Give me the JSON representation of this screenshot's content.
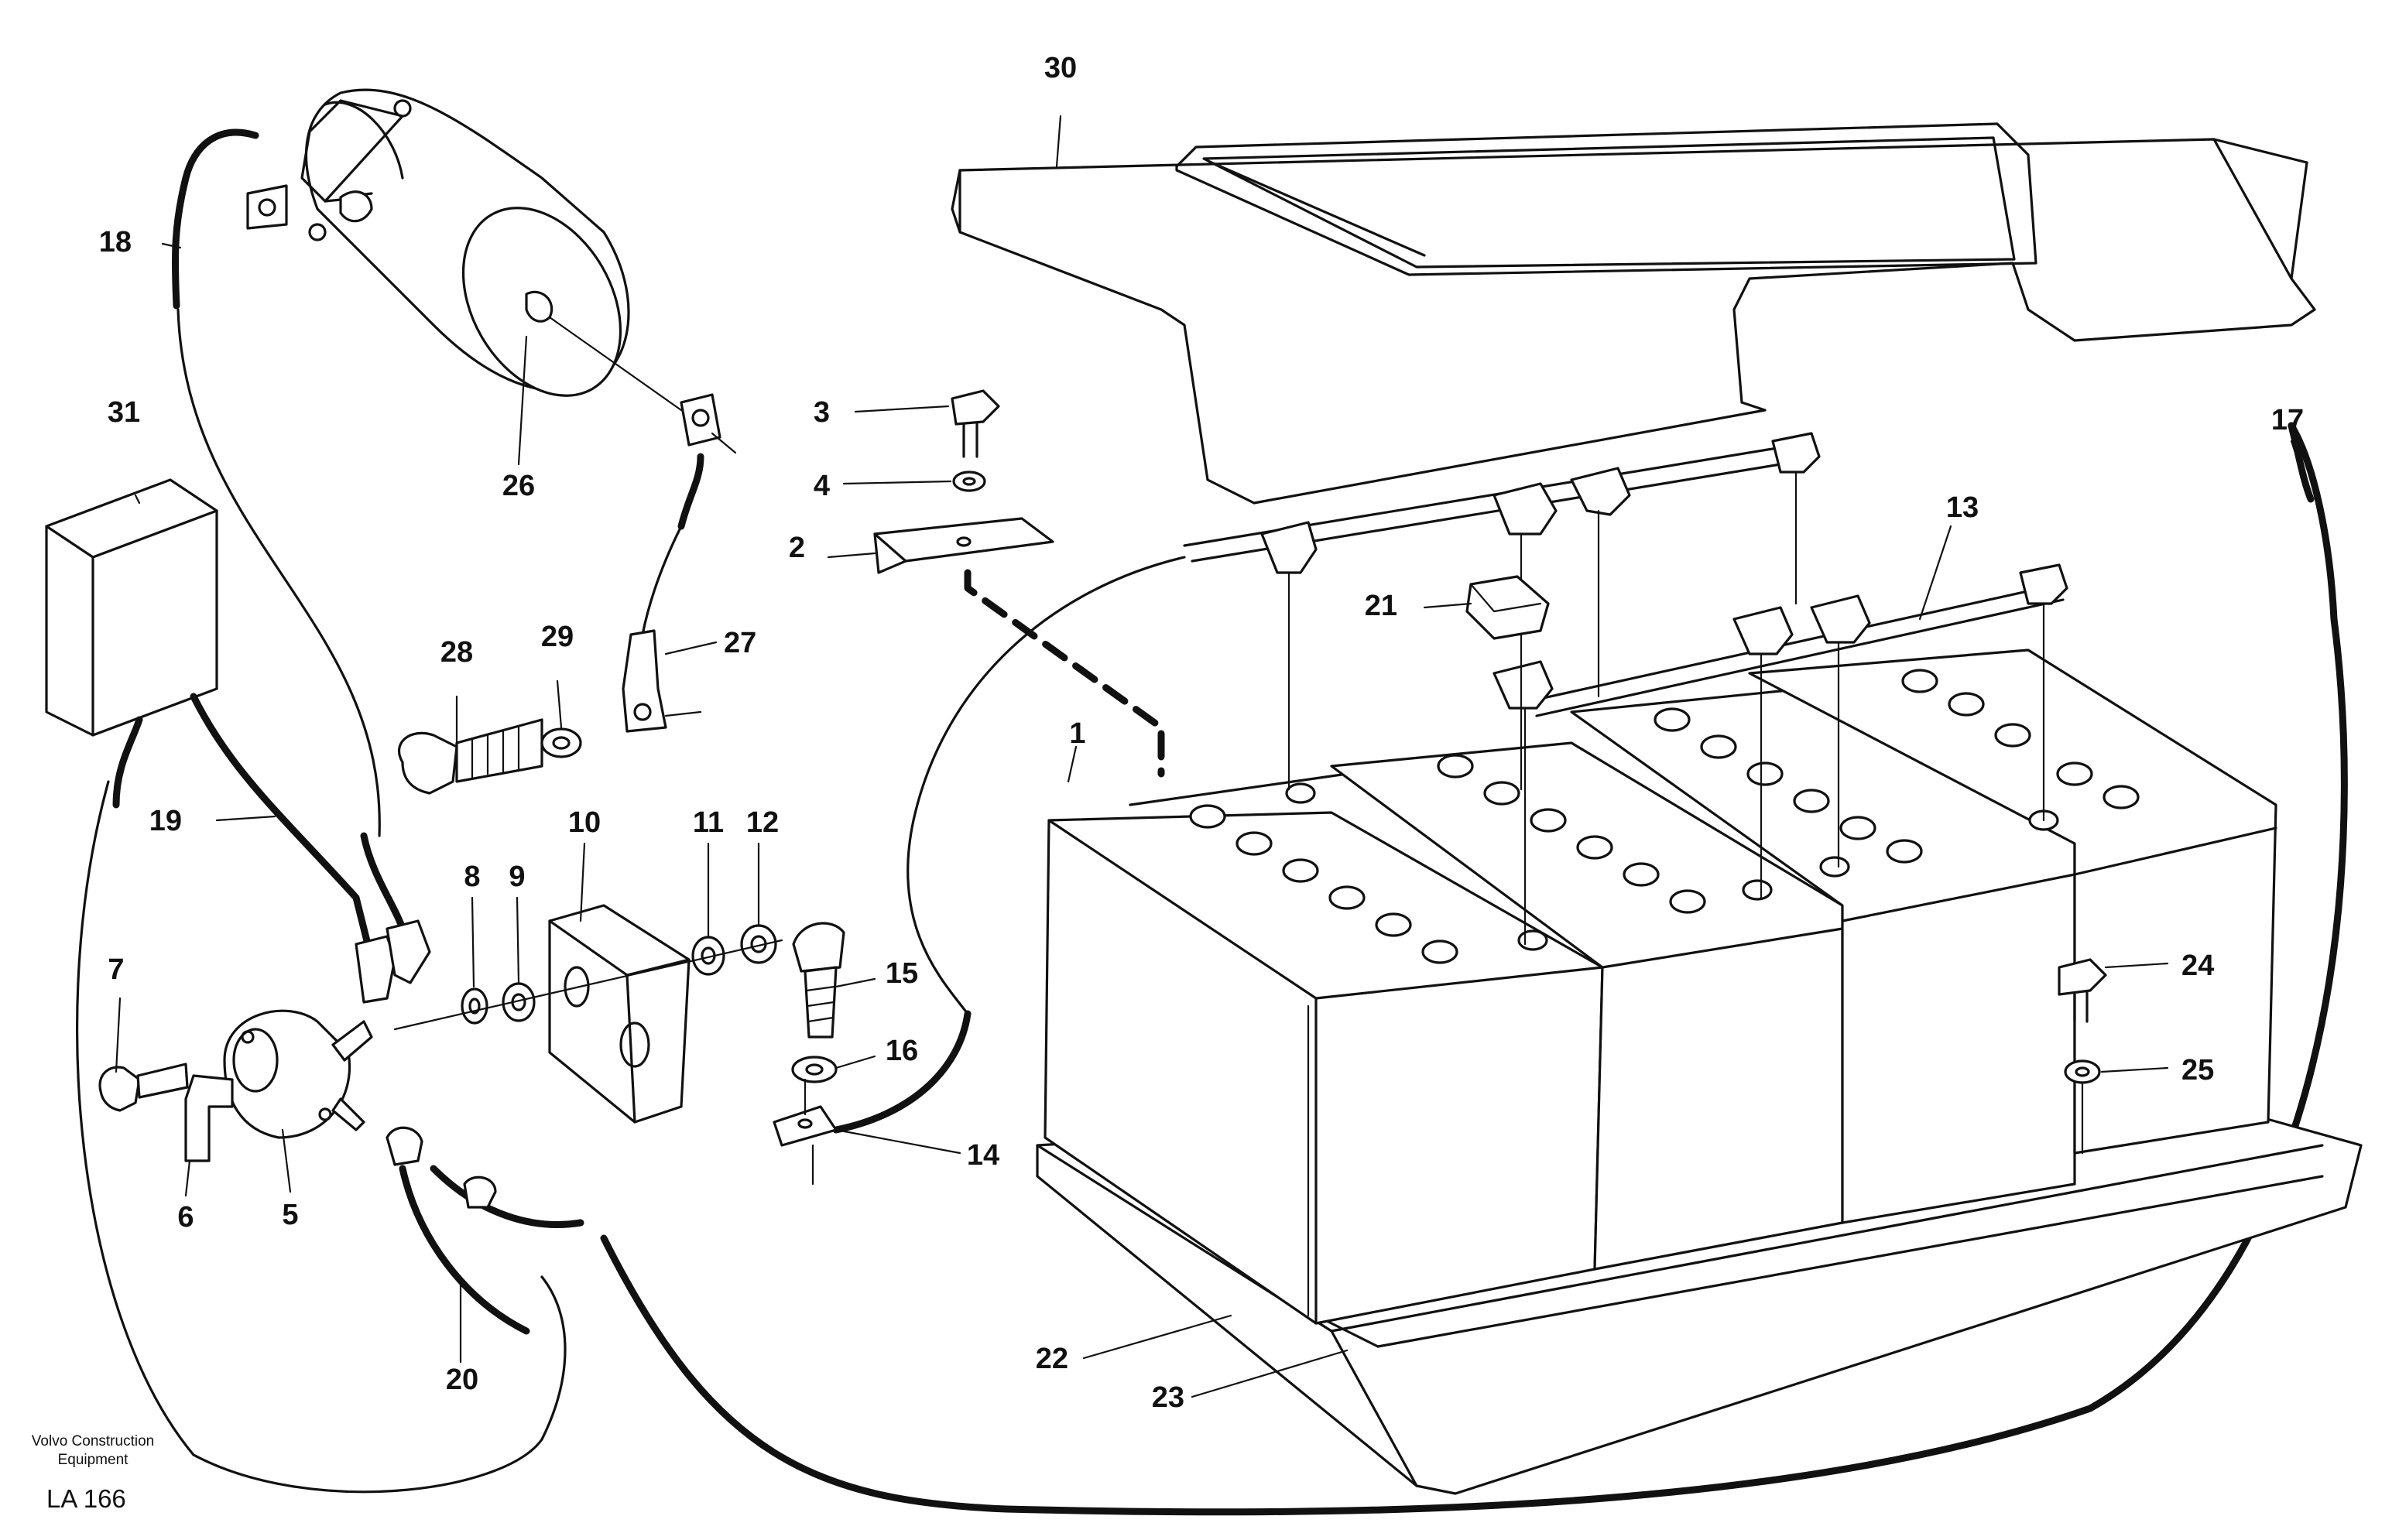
{
  "diagram": {
    "callouts": [
      "1",
      "2",
      "3",
      "4",
      "5",
      "6",
      "7",
      "8",
      "9",
      "10",
      "11",
      "12",
      "13",
      "14",
      "15",
      "16",
      "17",
      "18",
      "19",
      "20",
      "21",
      "22",
      "23",
      "24",
      "25",
      "26",
      "27",
      "28",
      "29",
      "30",
      "31"
    ]
  },
  "footer": {
    "publisher_line1": "Volvo Construction",
    "publisher_line2": "Equipment",
    "figure_code": "LA 166"
  }
}
